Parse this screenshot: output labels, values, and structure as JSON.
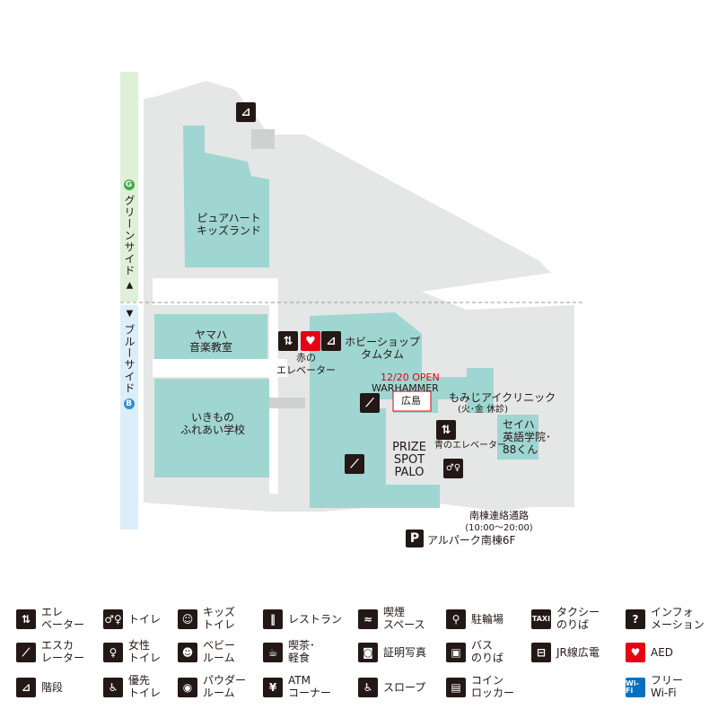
{
  "side_labels": {
    "green": {
      "marker": "G",
      "text": "グリーンサイド",
      "arrow": "▲",
      "color": "#3dab4a"
    },
    "blue": {
      "marker": "B",
      "text": "ブルーサイド",
      "arrow": "▼",
      "color": "#2f8ed6"
    }
  },
  "colors": {
    "shop": "#9fd6d2",
    "building": "#e5e6e6",
    "walk": "#cfd0d0",
    "accent": "#e60012",
    "wifi": "#0070c0"
  },
  "map_labels": {
    "pure_heart": [
      "ピュアハート",
      "キッズランド"
    ],
    "yamaha": [
      "ヤマハ",
      "音楽教室"
    ],
    "ikimono": [
      "いきもの",
      "ふれあい学校"
    ],
    "red_elevator": [
      "赤の",
      "エレベーター"
    ],
    "hobby": [
      "ホビーショップ",
      "タムタム"
    ],
    "open_notice": "12/20 OPEN",
    "warhammer": "WARHAMMER",
    "hiroshima": "広島",
    "momiji": "もみじアイクリニック",
    "momiji_hours": "(火･金 休診)",
    "blue_elevator": "青のエレベーター",
    "seiha": [
      "セイハ",
      "英語学院･",
      "88くん"
    ],
    "prize": [
      "PRIZE",
      "SPOT",
      "PALO"
    ],
    "south_path": "南棟連絡通路",
    "south_path_hours": "(10:00〜20:00)",
    "parking_icon": "P",
    "parking": "アルパーク南棟6F"
  },
  "legend": [
    {
      "icon": "elevator-icon",
      "glyph": "⇅",
      "label": [
        "エレ",
        "ベーター"
      ]
    },
    {
      "icon": "toilet-icon",
      "glyph": "♂♀",
      "label": [
        "トイレ"
      ]
    },
    {
      "icon": "kids-toilet-icon",
      "glyph": "☺",
      "label": [
        "キッズ",
        "トイレ"
      ]
    },
    {
      "icon": "restaurant-icon",
      "glyph": "‖",
      "label": [
        "レストラン"
      ]
    },
    {
      "icon": "smoking-icon",
      "glyph": "≈",
      "label": [
        "喫煙",
        "スペース"
      ]
    },
    {
      "icon": "bicycle-icon",
      "glyph": "⚲",
      "label": [
        "駐輪場"
      ]
    },
    {
      "icon": "taxi-icon",
      "glyph": "TAXI",
      "label": [
        "タクシー",
        "のりば"
      ]
    },
    {
      "icon": "information-icon",
      "glyph": "?",
      "label": [
        "インフォ",
        "メーション"
      ]
    },
    {
      "icon": "escalator-icon",
      "glyph": "⟋",
      "label": [
        "エスカ",
        "レーター"
      ]
    },
    {
      "icon": "womens-toilet-icon",
      "glyph": "♀",
      "label": [
        "女性",
        "トイレ"
      ]
    },
    {
      "icon": "baby-room-icon",
      "glyph": "☻",
      "label": [
        "ベビー",
        "ルーム"
      ]
    },
    {
      "icon": "cafe-icon",
      "glyph": "☕",
      "label": [
        "喫茶･",
        "軽食"
      ]
    },
    {
      "icon": "photo-icon",
      "glyph": "◙",
      "label": [
        "証明写真"
      ]
    },
    {
      "icon": "bus-icon",
      "glyph": "▣",
      "label": [
        "バス",
        "のりば"
      ]
    },
    {
      "icon": "train-icon",
      "glyph": "⊟",
      "label": [
        "JR線広電"
      ]
    },
    {
      "icon": "aed-icon",
      "glyph": "♥",
      "label": [
        "AED"
      ]
    },
    {
      "icon": "stairs-icon",
      "glyph": "⊿",
      "label": [
        "階段"
      ]
    },
    {
      "icon": "priority-toilet-icon",
      "glyph": "♿",
      "label": [
        "優先",
        "トイレ"
      ]
    },
    {
      "icon": "powder-room-icon",
      "glyph": "◉",
      "label": [
        "パウダー",
        "ルーム"
      ]
    },
    {
      "icon": "atm-icon",
      "glyph": "¥",
      "label": [
        "ATM",
        "コーナー"
      ]
    },
    {
      "icon": "slope-icon",
      "glyph": "♿",
      "label": [
        "スロープ"
      ]
    },
    {
      "icon": "locker-icon",
      "glyph": "▤",
      "label": [
        "コイン",
        "ロッカー"
      ]
    },
    {
      "icon": "wifi-icon",
      "glyph": "Wi-Fi",
      "label": [
        "フリー",
        "Wi-Fi"
      ]
    }
  ]
}
